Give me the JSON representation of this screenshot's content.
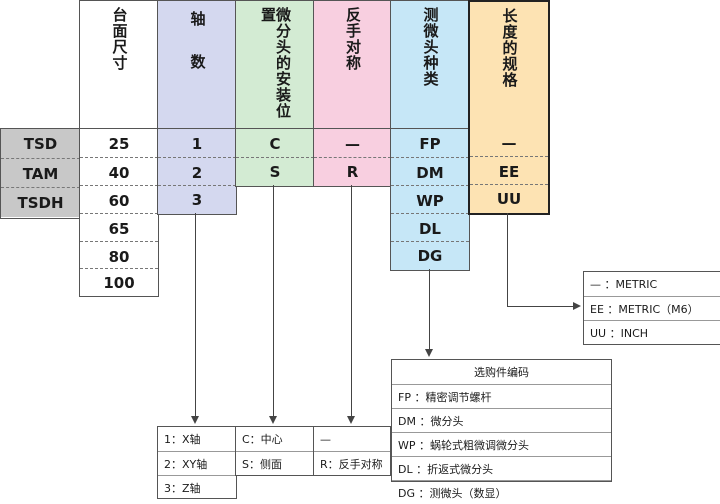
{
  "headers": {
    "size": "台面尺寸",
    "axis": "轴数",
    "micrometer_pos": "微分头的安装位置",
    "handed": "反手对称",
    "micrometer_type": "测微头种类",
    "length_spec": "长度的规格"
  },
  "colors": {
    "axis": "#d4d8ef",
    "micrometer_pos": "#d3ebd3",
    "handed": "#f8cfe0",
    "micrometer_type": "#c6e7f7",
    "length_spec": "#fde3b3",
    "series": "#c8c8c8"
  },
  "series": [
    "TSD",
    "TAM",
    "TSDH"
  ],
  "sizes": [
    "25",
    "40",
    "60",
    "65",
    "80",
    "100"
  ],
  "axes": [
    "1",
    "2",
    "3"
  ],
  "positions": [
    "C",
    "S"
  ],
  "handed_values": [
    "—",
    "R"
  ],
  "micrometer_types": [
    "FP",
    "DM",
    "WP",
    "DL",
    "DG"
  ],
  "length_values": [
    "—",
    "EE",
    "UU"
  ],
  "legend_axis": [
    "1：X轴",
    "2：XY轴",
    "3：Z轴"
  ],
  "legend_position": [
    "C：中心",
    "S：侧面"
  ],
  "legend_handed": [
    "—",
    "R：反手对称"
  ],
  "legend_options": {
    "title": "选购件编码",
    "items": [
      "FP ：精密调节螺杆",
      "DM ：微分头",
      "WP ：蜗轮式粗微调微分头",
      "DL ：折返式微分头",
      "DG ：测微头（数显）"
    ]
  },
  "legend_length": [
    "— ：METRIC",
    "EE ：METRIC（M6）",
    "UU ：INCH"
  ]
}
